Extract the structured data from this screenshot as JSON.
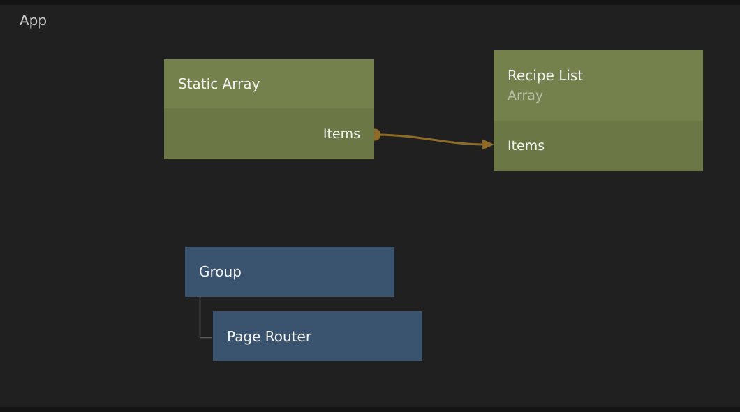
{
  "canvas": {
    "scope_label": "App"
  },
  "nodes": {
    "static_array": {
      "title": "Static Array",
      "outputs": [
        {
          "label": "Items"
        }
      ]
    },
    "recipe_list": {
      "title": "Recipe List",
      "subtitle": "Array",
      "inputs": [
        {
          "label": "Items"
        }
      ]
    },
    "group": {
      "title": "Group"
    },
    "page_router": {
      "title": "Page Router"
    }
  },
  "connections": [
    {
      "from_node": "Static Array",
      "from_port": "Items",
      "to_node": "Recipe List",
      "to_port": "Items",
      "type": "data-wire"
    },
    {
      "from_node": "Group",
      "to_node": "Page Router",
      "type": "hierarchy"
    }
  ],
  "colors": {
    "canvas_bg": "#202020",
    "letterbox": "#141414",
    "olive_header": "#75814d",
    "olive_body": "#6b7845",
    "blue_node": "#3a536e",
    "connection": "#8f6b28",
    "port_dot": "#8f6b28",
    "tree_line": "#5f5f5f",
    "title_text": "#f2f2f2",
    "subtitle_text": "#b7bda7",
    "app_text": "#cbcbcb"
  }
}
